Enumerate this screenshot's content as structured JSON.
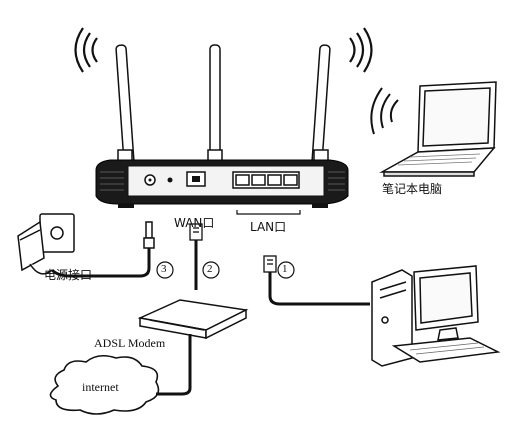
{
  "labels": {
    "laptop": "笔记本电脑",
    "wan_port": "WAN口",
    "lan_port": "LAN口",
    "power_port": "电源接口",
    "modem": "ADSL Modem",
    "internet": "internet"
  },
  "steps": {
    "step1": "1",
    "step2": "2",
    "step3": "3"
  },
  "colors": {
    "line": "#111111",
    "router_body": "#1a1a1a",
    "background": "#ffffff"
  },
  "icons": [
    "wifi-waves-icon",
    "router-icon",
    "laptop-icon",
    "desktop-pc-icon",
    "power-adapter-icon",
    "modem-icon",
    "cloud-icon"
  ]
}
